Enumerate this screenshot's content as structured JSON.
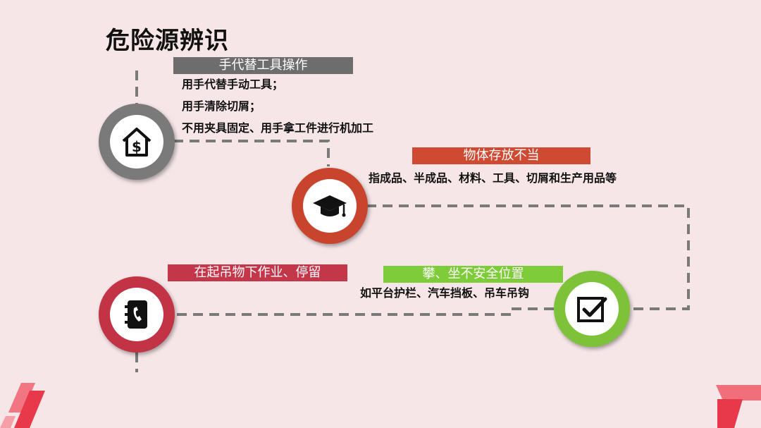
{
  "page": {
    "title": "危险源辨识"
  },
  "steps": [
    {
      "banner": "手代替工具操作",
      "banner_color": "#6d6d6d",
      "circle_color": "#7a7a7a",
      "icon": "house-dollar-icon",
      "lines": [
        "用手代替手动工具；",
        "用手清除切屑；",
        "不用夹具固定、用手拿工件进行机加工"
      ]
    },
    {
      "banner": "物体存放不当",
      "banner_color": "#cf4a33",
      "circle_color": "#c9442d",
      "icon": "graduation-cap-icon",
      "lines": [
        "指成品、半成品、材料、工具、切屑和生产用品等"
      ]
    },
    {
      "banner": "攀、坐不安全位置",
      "banner_color": "#7fcc3a",
      "circle_color": "#7ec23a",
      "icon": "checkbox-icon",
      "lines": [
        "如平台护栏、汽车挡板、吊车吊钩"
      ]
    },
    {
      "banner": "在起吊物下作业、停留",
      "banner_color": "#c4364a",
      "circle_color": "#c13345",
      "icon": "phone-book-icon",
      "lines": []
    }
  ],
  "theme": {
    "connector_color": "#7a7a7a",
    "accent": "#e8394a"
  }
}
